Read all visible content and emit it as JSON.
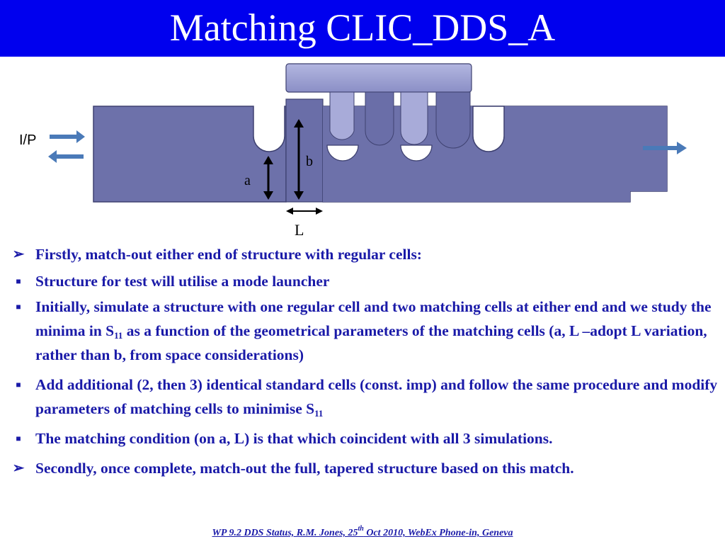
{
  "title": "Matching CLIC_DDS_A",
  "figure": {
    "io_label": "I/P",
    "label_a": "a",
    "label_b": "b",
    "label_L": "L",
    "colors": {
      "structure": "#6a6ea8",
      "structure_dark": "#4a4e84",
      "arrow": "#4a7ab8"
    }
  },
  "bullets": [
    {
      "marker": "arrow-bullet",
      "segments": [
        "Firstly, match-out either end of structure  with regular cells:"
      ]
    },
    {
      "marker": "square-bullet",
      "segments": [
        "Structure for test will utilise a mode launcher"
      ]
    },
    {
      "marker": "square-bullet",
      "segments": [
        "Initially, simulate a structure with one regular cell and two matching cells at either end and we study the minima in S",
        "11",
        " as a function of the geometrical parameters of the matching cells (a, L –adopt L variation, rather than b, from space considerations)"
      ]
    },
    {
      "marker": "square-bullet",
      "segments": [
        "Add additional (2, then 3) identical standard cells (const. imp)  and follow the same procedure and modify parameters of matching cells to minimise S",
        "11"
      ]
    },
    {
      "marker": "square-bullet",
      "segments": [
        "The matching condition (on a, L) is that which coincident with all 3 simulations."
      ]
    },
    {
      "marker": "arrow-bullet",
      "segments": [
        "Secondly, once complete, match-out the full, tapered structure based on this match."
      ]
    }
  ],
  "footer": {
    "before_sup": "WP 9.2 DDS Status, R.M. Jones, 25",
    "sup": "th",
    "after_sup": " Oct 2010, WebEx Phone-in,  Geneva"
  }
}
